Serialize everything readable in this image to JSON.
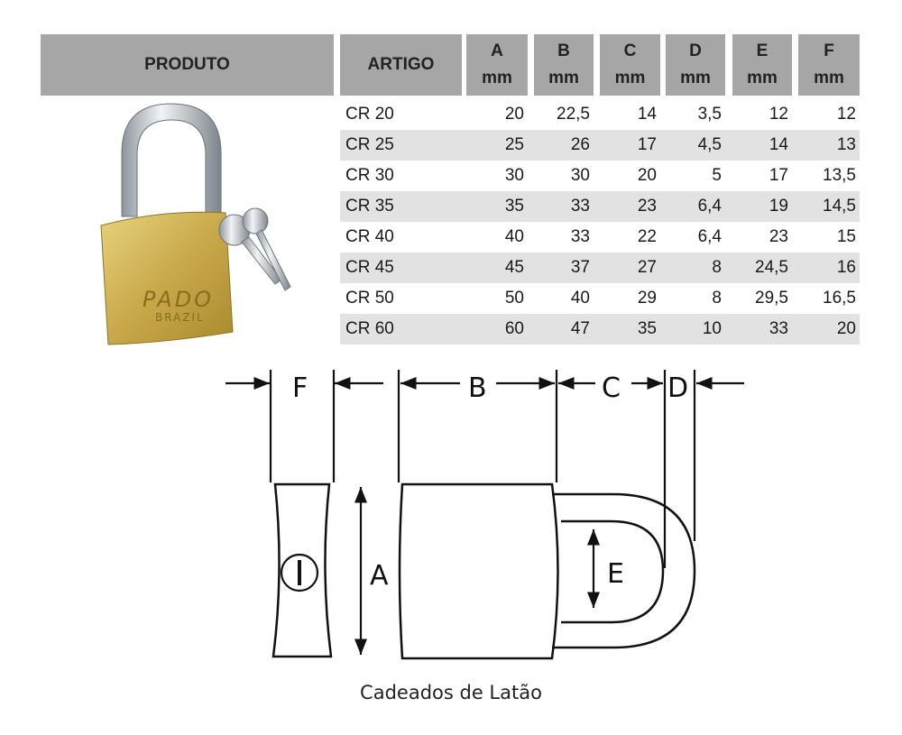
{
  "table": {
    "headers": {
      "product": "PRODUTO",
      "article": "ARTIGO",
      "unit": "mm",
      "columns": [
        "A",
        "B",
        "C",
        "D",
        "E",
        "F"
      ]
    },
    "rows": [
      {
        "artigo": "CR 20",
        "values": [
          "20",
          "22,5",
          "14",
          "3,5",
          "12",
          "12"
        ]
      },
      {
        "artigo": "CR 25",
        "values": [
          "25",
          "26",
          "17",
          "4,5",
          "14",
          "13"
        ]
      },
      {
        "artigo": "CR 30",
        "values": [
          "30",
          "30",
          "20",
          "5",
          "17",
          "13,5"
        ]
      },
      {
        "artigo": "CR 35",
        "values": [
          "35",
          "33",
          "23",
          "6,4",
          "19",
          "14,5"
        ]
      },
      {
        "artigo": "CR 40",
        "values": [
          "40",
          "33",
          "22",
          "6,4",
          "23",
          "15"
        ]
      },
      {
        "artigo": "CR 45",
        "values": [
          "45",
          "37",
          "27",
          "8",
          "24,5",
          "16"
        ]
      },
      {
        "artigo": "CR 50",
        "values": [
          "50",
          "40",
          "29",
          "8",
          "29,5",
          "16,5"
        ]
      },
      {
        "artigo": "CR 60",
        "values": [
          "60",
          "47",
          "35",
          "10",
          "33",
          "20"
        ]
      }
    ]
  },
  "product_image": {
    "brand": "PADO",
    "origin": "BRAZIL"
  },
  "diagram": {
    "labels": {
      "A": "A",
      "B": "B",
      "C": "C",
      "D": "D",
      "E": "E",
      "F": "F"
    },
    "caption": "Cadeados de Latão"
  },
  "colors": {
    "header": "#a6a6a6",
    "stripe": "#e2e2e2",
    "brass": "#c9a94a",
    "steel": "#c8ccd0"
  }
}
